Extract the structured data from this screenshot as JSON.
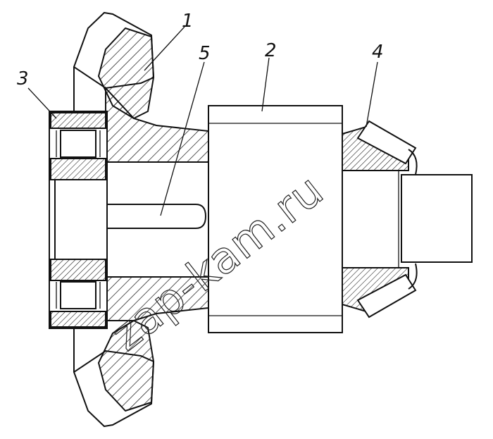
{
  "callouts": {
    "c1": "1",
    "c2": "2",
    "c3": "3",
    "c4": "4",
    "c5": "5"
  },
  "watermark": "zap-kam.ru"
}
